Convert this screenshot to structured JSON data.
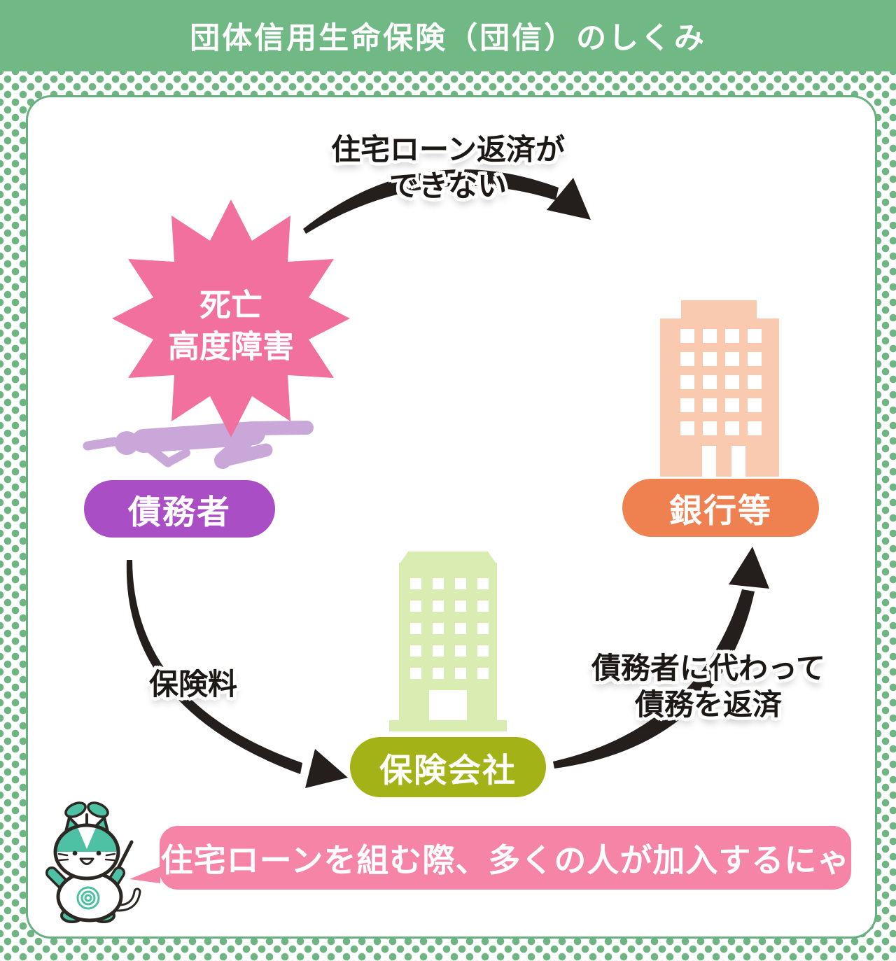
{
  "header": {
    "title": "団体信用生命保険（団信）のしくみ"
  },
  "diagram": {
    "event_burst": {
      "line1": "死亡",
      "line2": "高度障害"
    },
    "nodes": {
      "debtor": "債務者",
      "bank": "銀行等",
      "insurer": "保険会社"
    },
    "arrows": {
      "loan_default": {
        "line1": "住宅ローン返済が",
        "line2": "できない"
      },
      "premium": "保険料",
      "repayment": {
        "line1": "債務者に代わって",
        "line2": "債務を返済"
      }
    }
  },
  "footer": {
    "speech": "住宅ローンを組む際、多くの人が加入するにゃ"
  },
  "colors": {
    "theme_green": "#70b985",
    "dot_green": "#6fb583",
    "burst_pink": "#f2709e",
    "debtor_purple": "#a94ec4",
    "person_purple": "#c9a7d8",
    "bank_orange": "#ef8150",
    "bank_building": "#f9c9b0",
    "insurer_olive": "#a3b317",
    "insurer_building": "#d9ecb2",
    "banner_pink": "#f584a7",
    "mascot_teal": "#4ec0a3",
    "arrow_black": "#241f1c"
  }
}
